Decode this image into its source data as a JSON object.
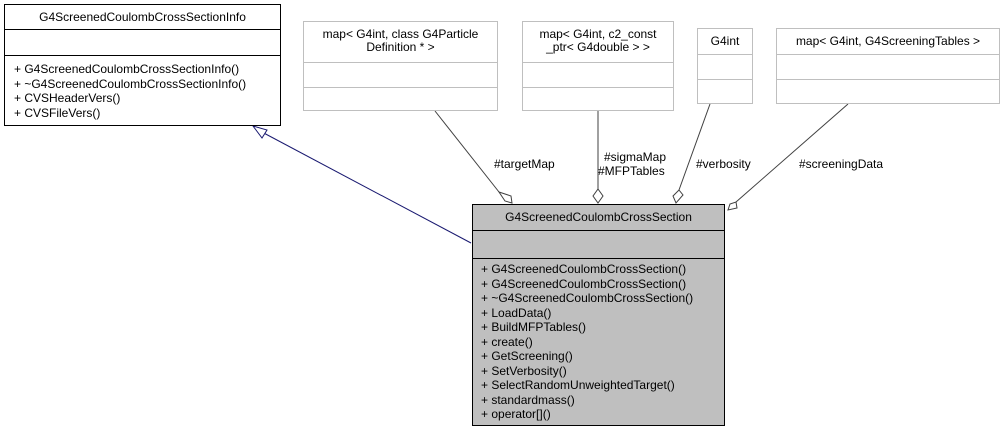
{
  "main_class": {
    "name": "G4ScreenedCoulombCrossSection",
    "operations": [
      "+ G4ScreenedCoulombCrossSection()",
      "+ G4ScreenedCoulombCrossSection()",
      "+ ~G4ScreenedCoulombCrossSection()",
      "+ LoadData()",
      "+ BuildMFPTables()",
      "+ create()",
      "+ GetScreening()",
      "+ SetVerbosity()",
      "+ SelectRandomUnweightedTarget()",
      "+ standardmass()",
      "+ operator[]()"
    ]
  },
  "base_class": {
    "name": "G4ScreenedCoulombCrossSectionInfo",
    "operations": [
      "+ G4ScreenedCoulombCrossSectionInfo()",
      "+ ~G4ScreenedCoulombCrossSectionInfo()",
      "+ CVSHeaderVers()",
      "+ CVSFileVers()"
    ]
  },
  "member_types": [
    {
      "name_line1": "map< G4int, class G4Particle",
      "name_line2": "Definition * >"
    },
    {
      "name_line1": "map< G4int, c2_const",
      "name_line2": "_ptr< G4double > >"
    },
    {
      "name_line1": "G4int",
      "name_line2": ""
    },
    {
      "name_line1": "map< G4int, G4ScreeningTables >",
      "name_line2": ""
    }
  ],
  "edge_labels": {
    "target_map": "#targetMap",
    "sigma_map": "#sigmaMap",
    "mfp_tables": "#MFPTables",
    "verbosity": "#verbosity",
    "screening_data": "#screeningData"
  },
  "colors": {
    "main_fill": "#bfbfbf",
    "inheritance_edge": "#191970",
    "member_edge": "#404040",
    "gray_border": "#bfbfbf"
  }
}
